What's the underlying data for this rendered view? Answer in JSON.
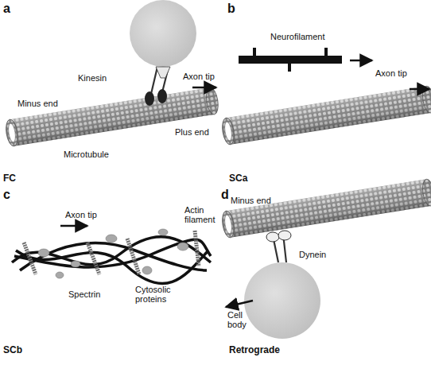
{
  "diagram": {
    "labels": [
      "a",
      "Kinesin",
      "Axon tip",
      "Minus end",
      "Microtubule",
      "Plus end",
      "FC",
      "b",
      "Neurofilament",
      "Axon tip",
      "SCa",
      "c",
      "Axon tip",
      "Actin filament",
      "Spectrin",
      "Cytosolic proteins",
      "SCb",
      "d",
      "Minus end",
      "Dynein",
      "Cell body",
      "Retrograde"
    ]
  }
}
